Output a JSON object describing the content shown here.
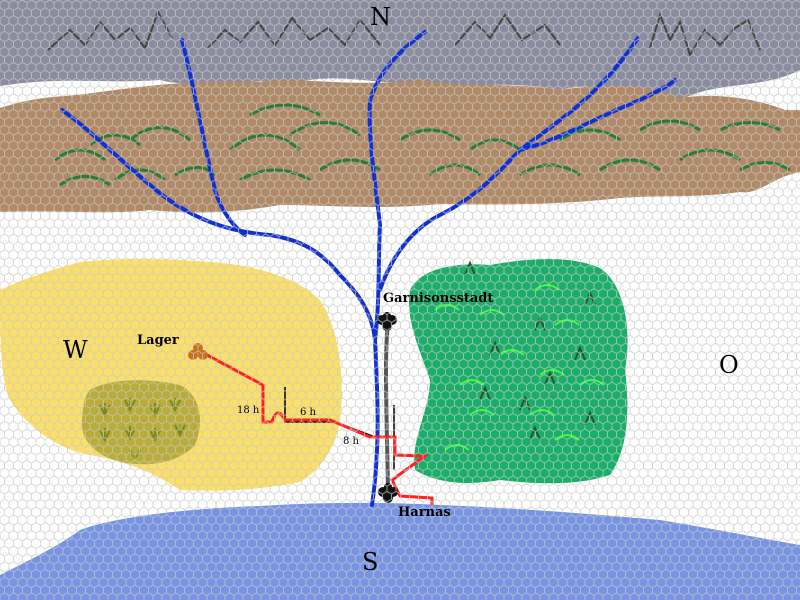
{
  "map": {
    "compass": {
      "north": "N",
      "south": "S",
      "west": "W",
      "east": "O"
    },
    "places": {
      "camp": "Lager",
      "garrison_town": "Garnisonsstadt",
      "harbor": "Harnas"
    },
    "travel_times": {
      "leg1": "18 h",
      "leg2": "6 h",
      "leg3": "8 h"
    },
    "colors": {
      "mountains": "#8c8ca0",
      "hills": "#b08a66",
      "plains": "#ffffff",
      "steppe": "#fadf6a",
      "grassland": "#b9ac3a",
      "forest": "#1aae6a",
      "sea": "#7793e3",
      "river": "#1030d0",
      "route": "#ff2020",
      "road": "#555555"
    }
  }
}
